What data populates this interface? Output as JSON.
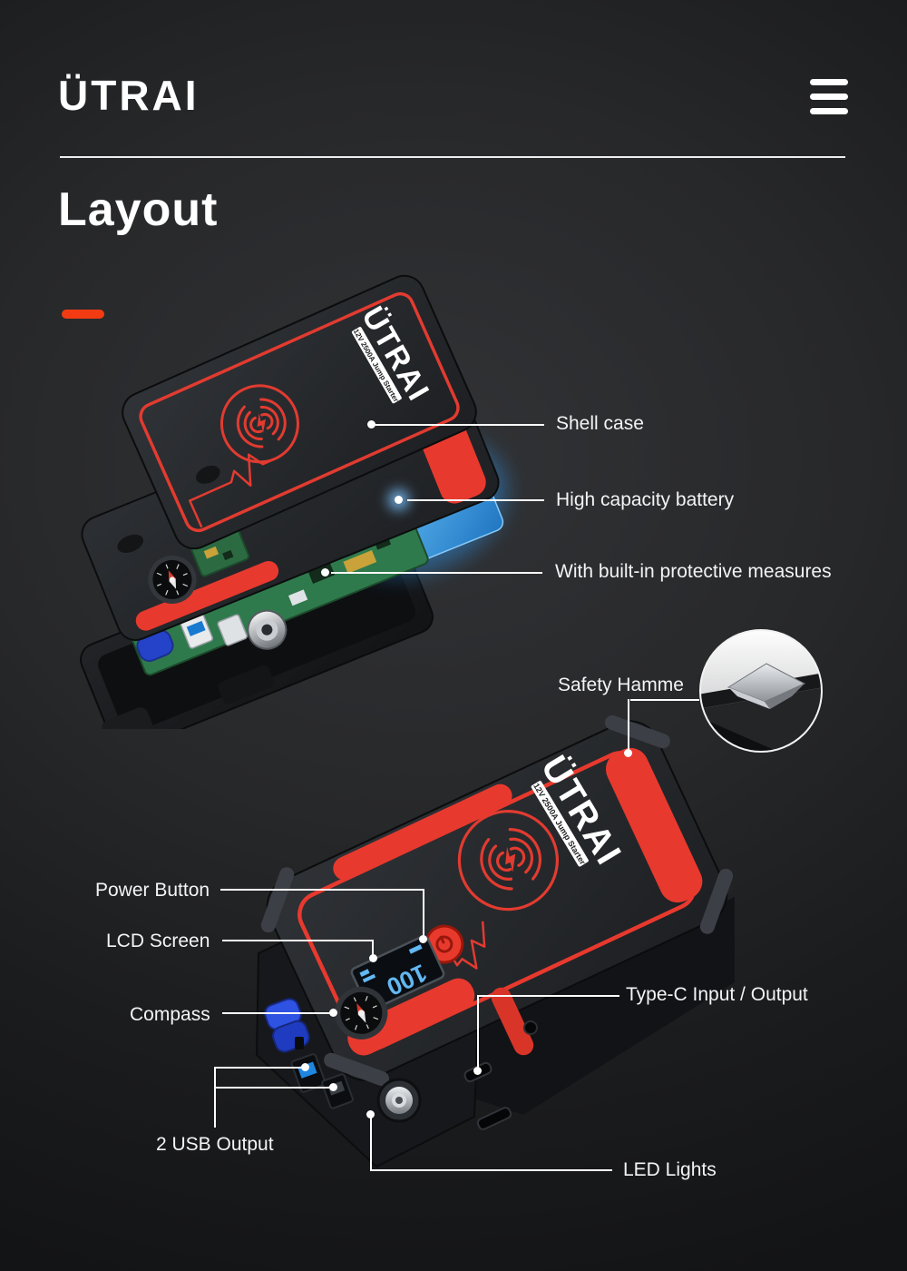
{
  "header": {
    "brand": "ÜTRAI",
    "menu_icon": "hamburger-icon"
  },
  "section": {
    "title": "Layout"
  },
  "colors": {
    "accent_orange": "#f23b12",
    "product_red": "#e8392e",
    "battery_blue": "#5ab4f2",
    "lcd_blue": "#62b8f2",
    "pcb_green": "#2f7a4c",
    "port_blue": "#2e52e2",
    "line_white": "#ffffff"
  },
  "callouts": [
    {
      "id": "shell-case",
      "label": "Shell case"
    },
    {
      "id": "high-capacity-battery",
      "label": "High capacity battery"
    },
    {
      "id": "protective-measures",
      "label": "With built-in protective measures"
    },
    {
      "id": "safety-hammer",
      "label": "Safety Hamme"
    },
    {
      "id": "power-button",
      "label": "Power Button"
    },
    {
      "id": "lcd-screen",
      "label": "LCD Screen"
    },
    {
      "id": "compass",
      "label": "Compass"
    },
    {
      "id": "type-c",
      "label": "Type-C Input / Output"
    },
    {
      "id": "usb-output",
      "label": "2 USB Output"
    },
    {
      "id": "led-lights",
      "label": "LED Lights"
    }
  ],
  "product": {
    "lid_logo": "ÜTRAI",
    "lid_badge": "12V 2500A Jump Starter",
    "lcd_value": "100"
  }
}
